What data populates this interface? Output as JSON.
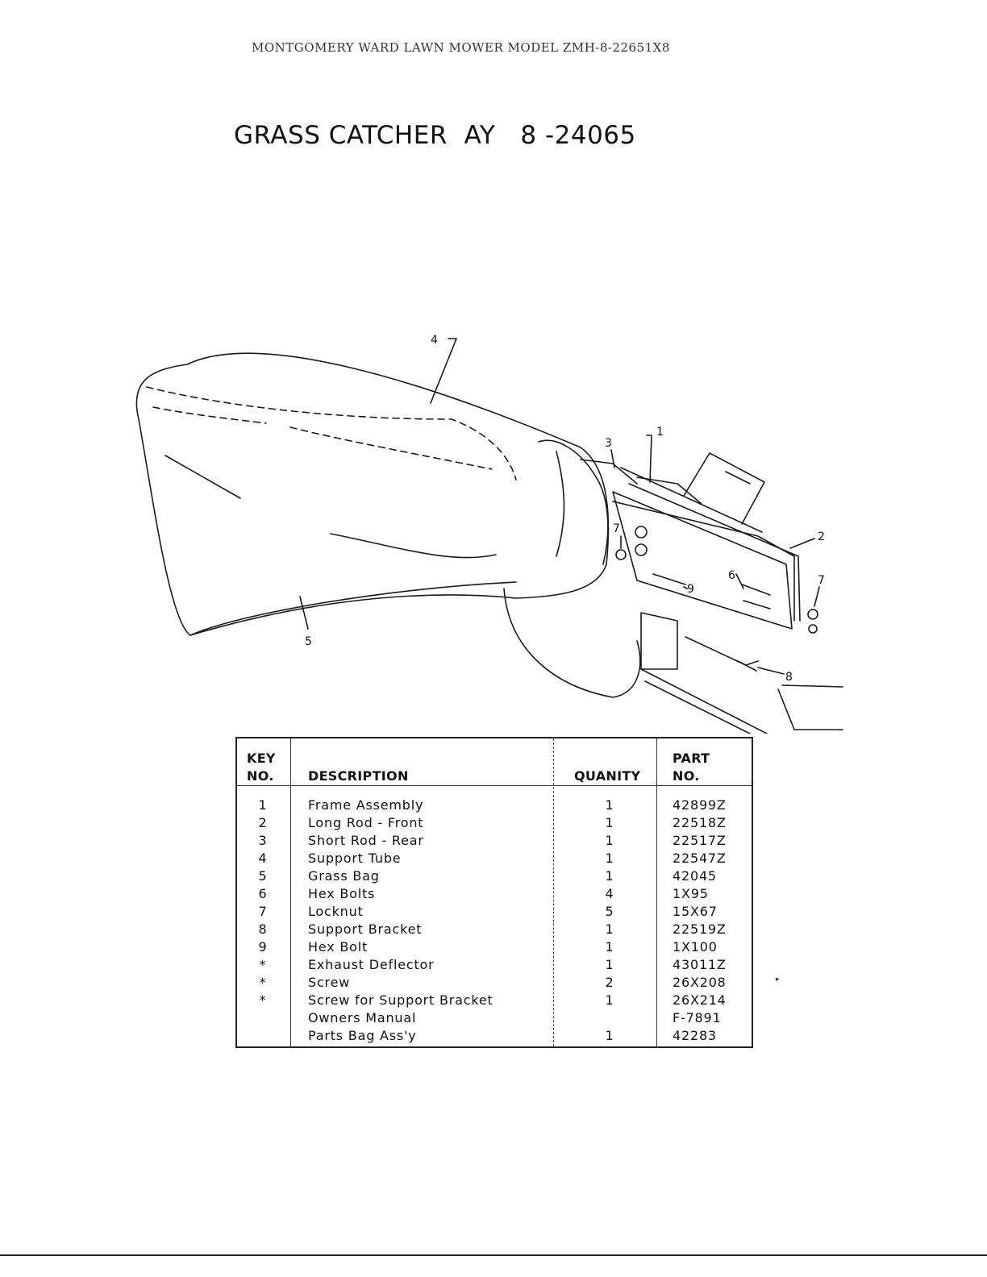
{
  "header": {
    "model_line": "MONTGOMERY WARD LAWN MOWER MODEL ZMH-8-22651X8"
  },
  "title": {
    "text": "GRASS CATCHER  AY   8 -24065"
  },
  "diagram": {
    "callouts": {
      "frame_assembly": "1",
      "long_rod_front": "2",
      "short_rod_rear": "3",
      "support_tube": "4",
      "grass_bag": "5",
      "hex_bolts": "6",
      "locknut_left": "7",
      "locknut_right": "7",
      "support_bracket": "8",
      "hex_bolt": "9"
    }
  },
  "table": {
    "headers": {
      "key_line1": "KEY",
      "key_line2": "NO.",
      "description": "DESCRIPTION",
      "quantity": "QUANITY",
      "part_line1": "PART",
      "part_line2": "NO."
    },
    "rows": [
      {
        "key": "1",
        "description": "Frame Assembly",
        "qty": "1",
        "part": "42899Z"
      },
      {
        "key": "2",
        "description": "Long Rod - Front",
        "qty": "1",
        "part": "22518Z"
      },
      {
        "key": "3",
        "description": "Short Rod - Rear",
        "qty": "1",
        "part": "22517Z"
      },
      {
        "key": "4",
        "description": "Support Tube",
        "qty": "1",
        "part": "22547Z"
      },
      {
        "key": "5",
        "description": "Grass Bag",
        "qty": "1",
        "part": "42045"
      },
      {
        "key": "6",
        "description": "Hex Bolts",
        "qty": "4",
        "part": "1X95"
      },
      {
        "key": "7",
        "description": "Locknut",
        "qty": "5",
        "part": "15X67"
      },
      {
        "key": "8",
        "description": "Support Bracket",
        "qty": "1",
        "part": "22519Z"
      },
      {
        "key": "9",
        "description": "Hex Bolt",
        "qty": "1",
        "part": "1X100"
      },
      {
        "key": "*",
        "description": "Exhaust Deflector",
        "qty": "1",
        "part": "43011Z"
      },
      {
        "key": "*",
        "description": "Screw",
        "qty": "2",
        "part": "26X208"
      },
      {
        "key": "*",
        "description": "Screw for Support Bracket",
        "qty": "1",
        "part": "26X214"
      },
      {
        "key": "",
        "description": "Owners Manual",
        "qty": "",
        "part": "F-7891"
      },
      {
        "key": "",
        "description": "Parts Bag Ass'y",
        "qty": "1",
        "part": "42283"
      }
    ]
  }
}
